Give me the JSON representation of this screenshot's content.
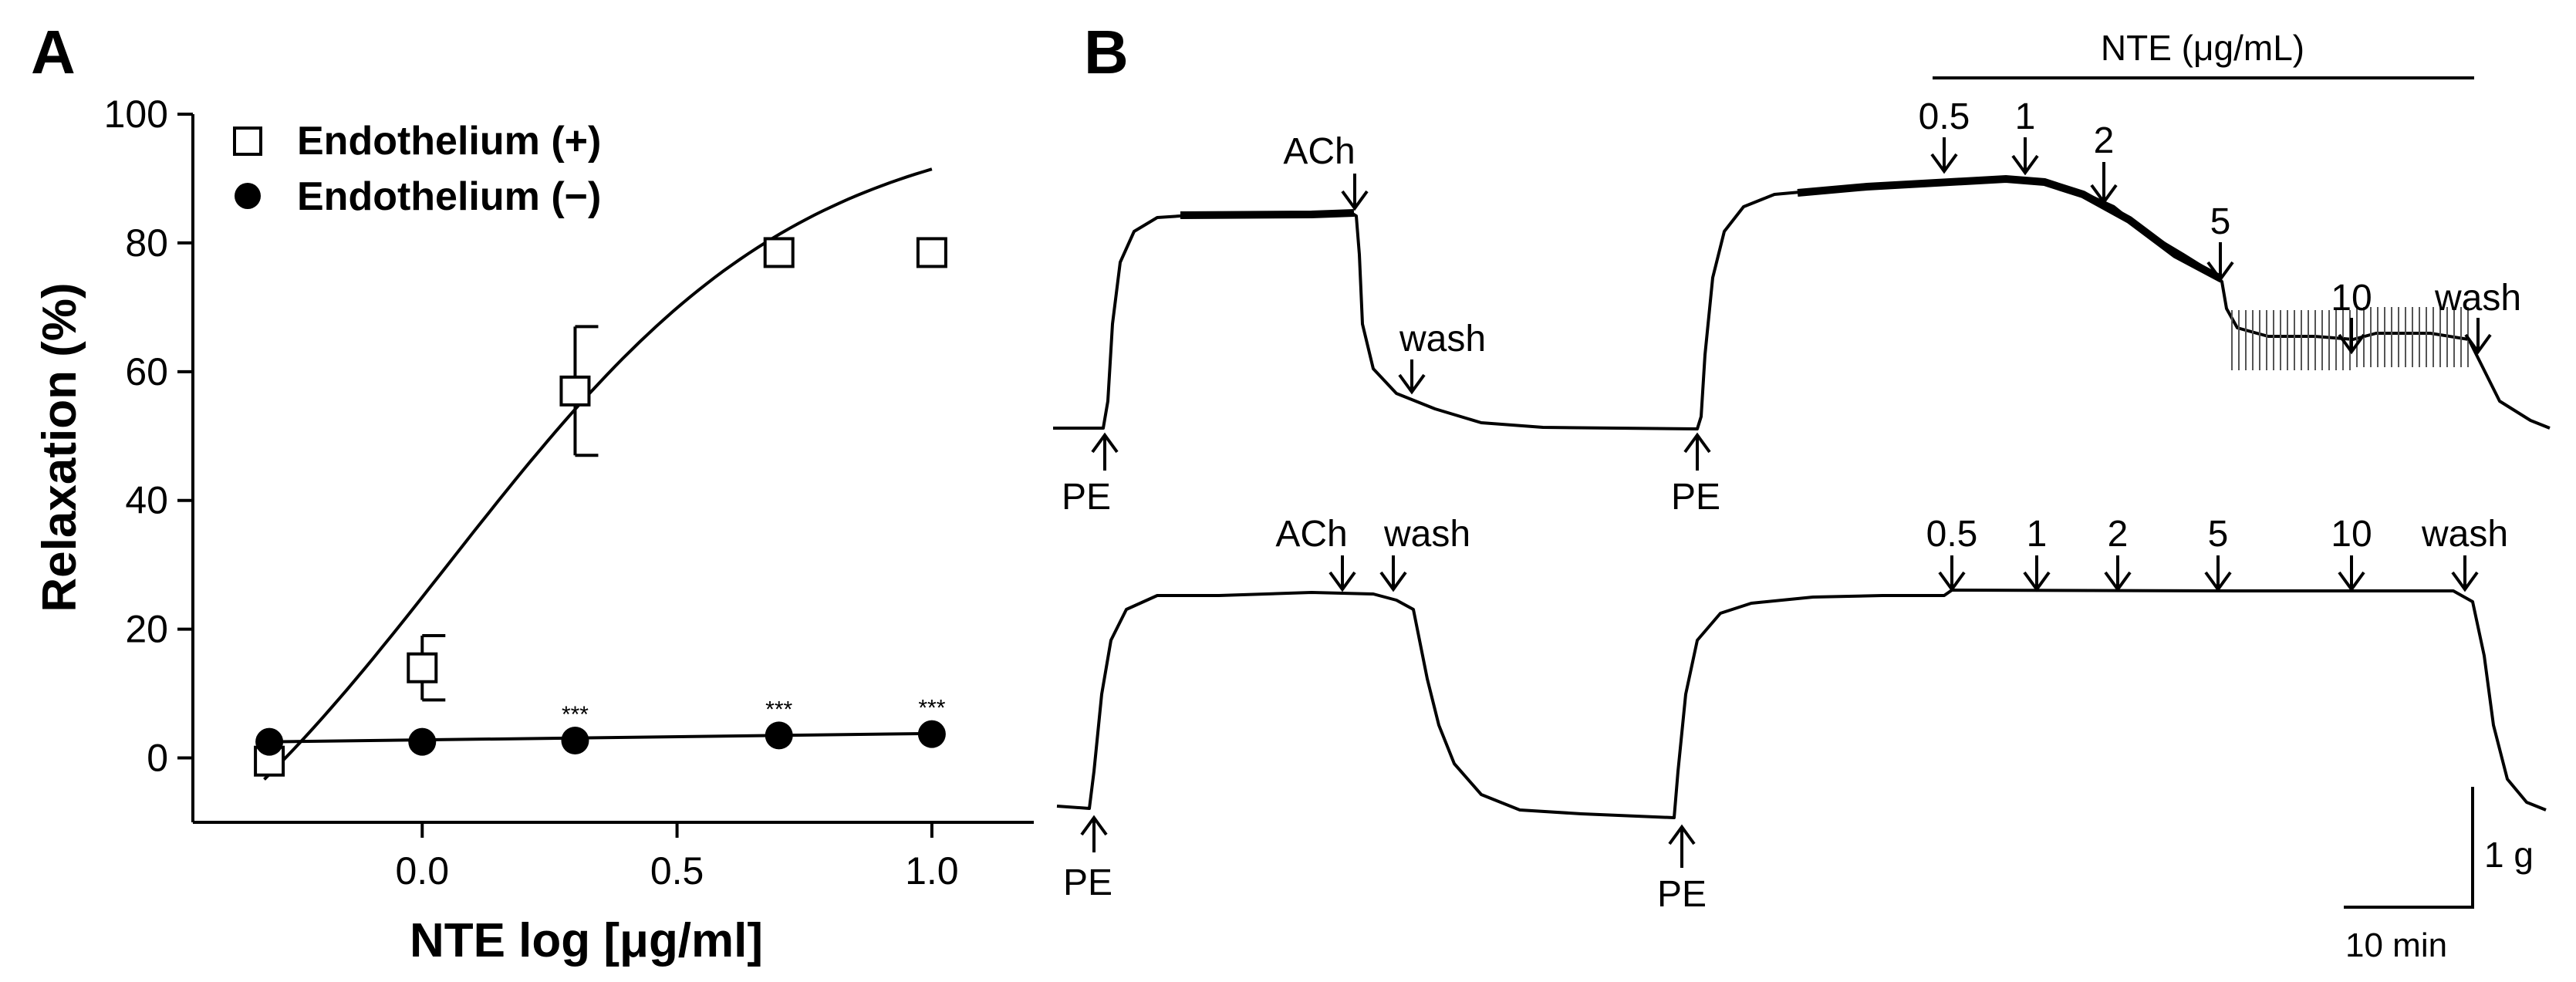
{
  "panel_a": {
    "label": "A",
    "xlabel": "NTE log [μg/ml]",
    "ylabel": "Relaxation (%)",
    "significance_marker": "***"
  },
  "panel_b": {
    "label": "B",
    "nte_header": "NTE (μg/mL)",
    "top_trace": {
      "pe_labels": [
        "PE",
        "PE"
      ],
      "ach_label": "ACh",
      "wash_labels": [
        "wash",
        "wash"
      ],
      "concentrations": [
        "0.5",
        "1",
        "2",
        "5",
        "10"
      ]
    },
    "bottom_trace": {
      "pe_labels": [
        "PE",
        "PE"
      ],
      "ach_label": "ACh",
      "wash_labels": [
        "wash",
        "wash"
      ],
      "concentrations": [
        "0.5",
        "1",
        "2",
        "5",
        "10"
      ]
    },
    "scale_force": "1 g",
    "scale_time": "10 min"
  },
  "chart_data": [
    {
      "type": "scatter",
      "panel": "A",
      "xlabel": "NTE log [μg/ml]",
      "ylabel": "Relaxation (%)",
      "xlim": [
        -0.45,
        1.2
      ],
      "ylim": [
        -10,
        100
      ],
      "xticks": [
        0.0,
        0.5,
        1.0
      ],
      "xtick_labels": [
        "0.0",
        "0.5",
        "1.0"
      ],
      "yticks": [
        0,
        20,
        40,
        60,
        80,
        100
      ],
      "ytick_labels": [
        "0",
        "20",
        "40",
        "60",
        "80",
        "100"
      ],
      "legend_position": "top-left",
      "series": [
        {
          "name": "Endothelium (+)",
          "marker": "open-square",
          "x": [
            -0.3,
            0.0,
            0.3,
            0.7,
            1.0
          ],
          "y": [
            -0.5,
            14,
            57,
            78.5,
            78.5
          ],
          "error": [
            0,
            5,
            10,
            0,
            0
          ],
          "fit": "sigmoid"
        },
        {
          "name": "Endothelium (−)",
          "marker": "filled-circle",
          "x": [
            -0.3,
            0.0,
            0.3,
            0.7,
            1.0
          ],
          "y": [
            2.5,
            2.5,
            2.7,
            3.5,
            3.7
          ],
          "error": [
            0,
            0,
            0,
            0,
            0
          ],
          "significance": [
            "",
            "",
            "***",
            "***",
            "***"
          ],
          "fit": "linear"
        }
      ]
    }
  ]
}
